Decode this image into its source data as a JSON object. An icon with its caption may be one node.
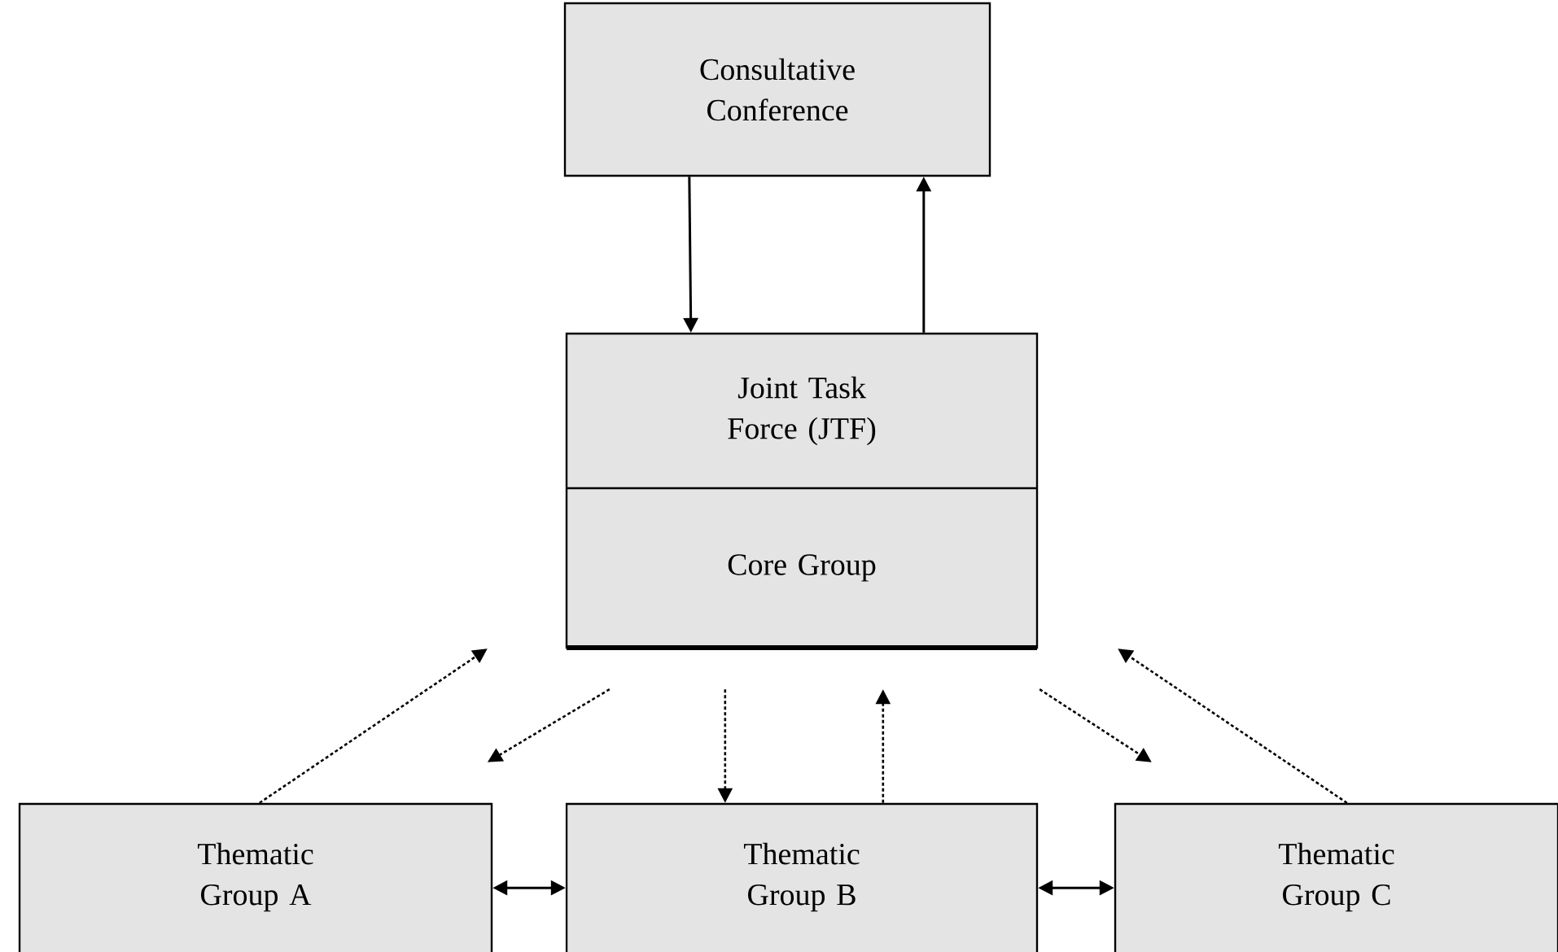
{
  "diagram": {
    "nodes": [
      {
        "text": [
          "Consultative Conference"
        ]
      },
      {
        "text": [
          "Joint Task Force (JTF)",
          "Core Group"
        ]
      },
      {
        "text": [
          "Thematic Group A"
        ]
      },
      {
        "text": [
          "Thematic Group B"
        ]
      },
      {
        "text": [
          "Thematic Group C"
        ]
      }
    ],
    "edges": [
      {
        "from": 0,
        "to": 1,
        "arrow": "to"
      },
      {
        "from": 1,
        "to": 0,
        "arrow": "to"
      },
      {
        "from": 2,
        "to": 1,
        "arrow": "to",
        "style": "dashed"
      },
      {
        "from": 1,
        "to": 2,
        "arrow": "to",
        "style": "dashed"
      },
      {
        "from": 1,
        "to": 3,
        "arrow": "to",
        "style": "dashed"
      },
      {
        "from": 3,
        "to": 1,
        "arrow": "to",
        "style": "dashed"
      },
      {
        "from": 1,
        "to": 4,
        "arrow": "to",
        "style": "dashed"
      },
      {
        "from": 4,
        "to": 1,
        "arrow": "to",
        "style": "dashed"
      },
      {
        "from": 2,
        "to": 3,
        "arrow": "both"
      },
      {
        "from": 3,
        "to": 4,
        "arrow": "both"
      }
    ]
  }
}
